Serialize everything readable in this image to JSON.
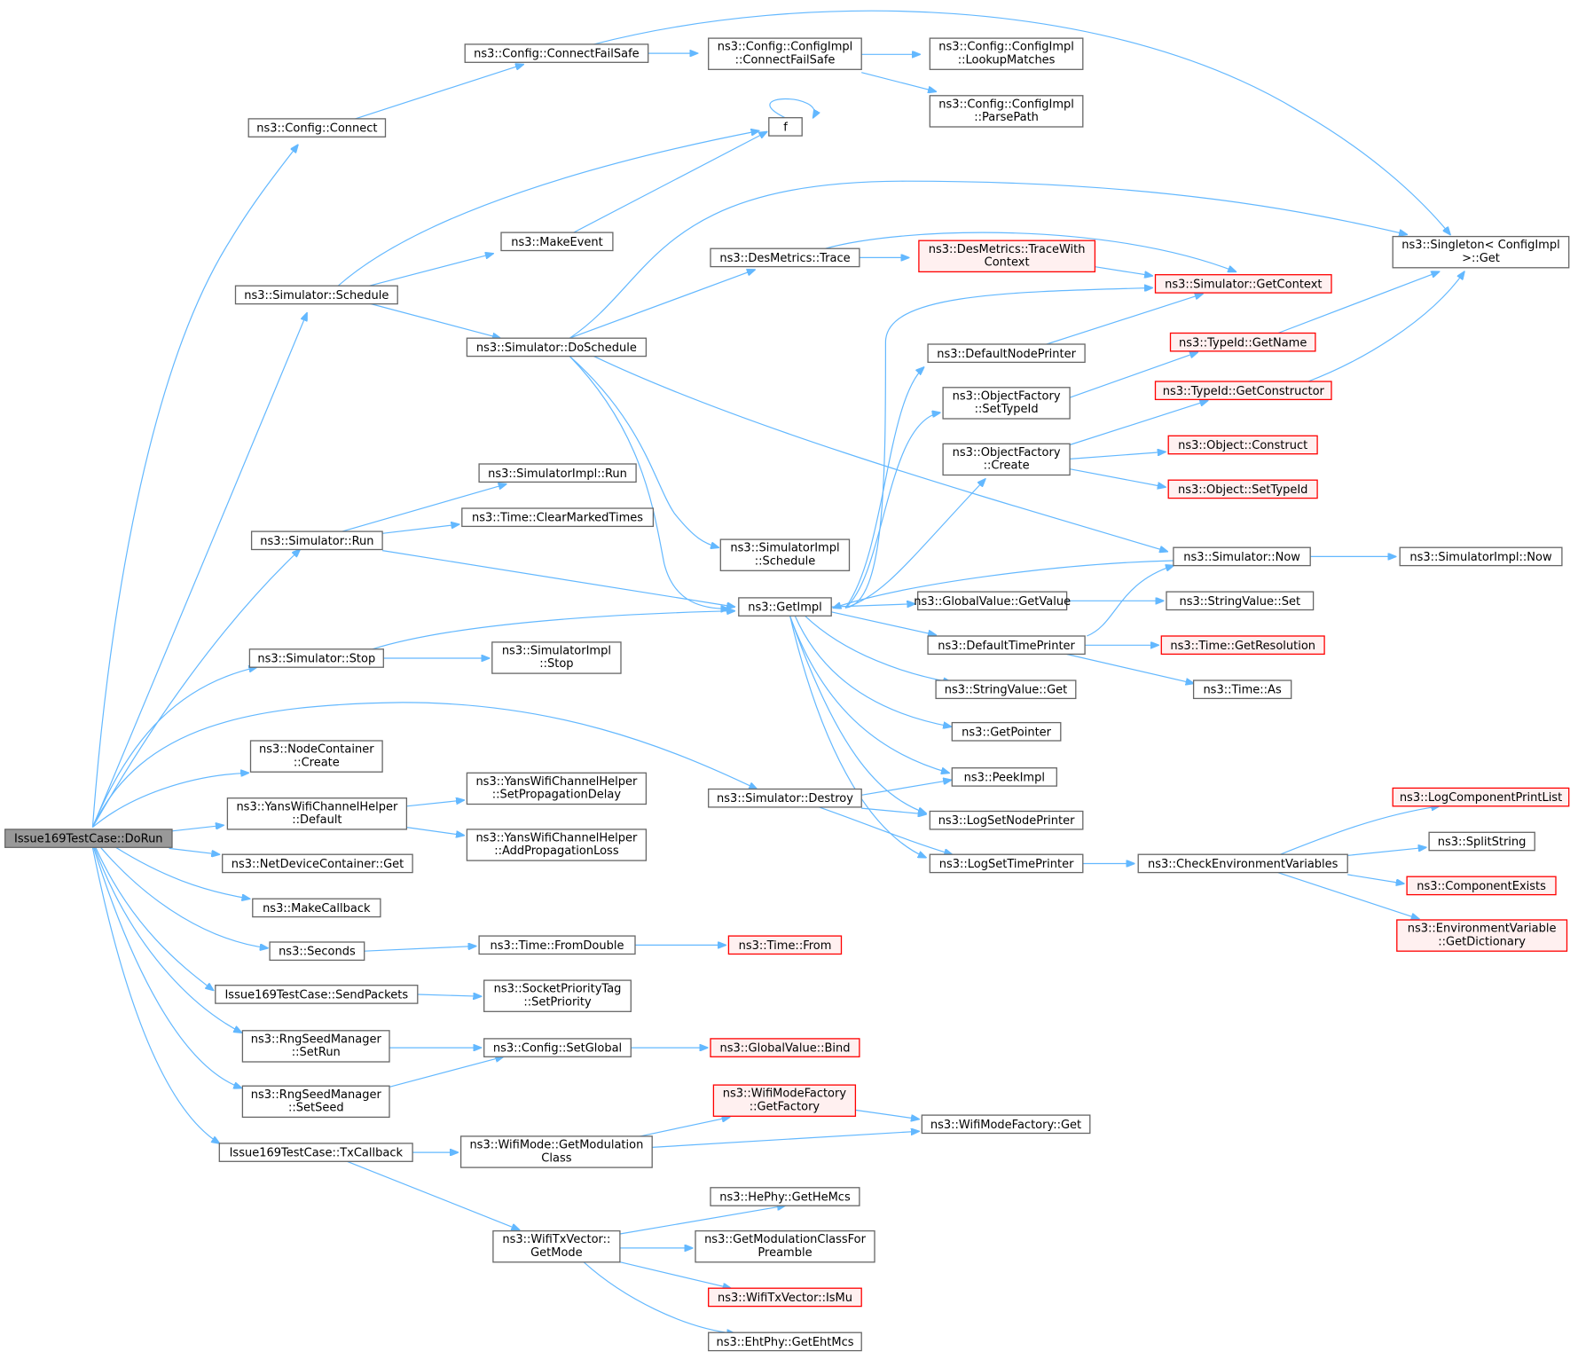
{
  "graph": {
    "nodes": [
      {
        "id": "root",
        "lines": [
          "Issue169TestCase::DoRun"
        ]
      },
      {
        "id": "connect",
        "lines": [
          "ns3::Config::Connect"
        ]
      },
      {
        "id": "connectFailSafe",
        "lines": [
          "ns3::Config::ConnectFailSafe"
        ]
      },
      {
        "id": "implConnectFailSafe",
        "lines": [
          "ns3::Config::ConfigImpl",
          "::ConnectFailSafe"
        ]
      },
      {
        "id": "lookupMatches",
        "lines": [
          "ns3::Config::ConfigImpl",
          "::LookupMatches"
        ]
      },
      {
        "id": "parsePath",
        "lines": [
          "ns3::Config::ConfigImpl",
          "::ParsePath"
        ]
      },
      {
        "id": "f",
        "lines": [
          "f"
        ]
      },
      {
        "id": "makeEvent",
        "lines": [
          "ns3::MakeEvent"
        ]
      },
      {
        "id": "schedule",
        "lines": [
          "ns3::Simulator::Schedule"
        ]
      },
      {
        "id": "doSchedule",
        "lines": [
          "ns3::Simulator::DoSchedule"
        ]
      },
      {
        "id": "desTrace",
        "lines": [
          "ns3::DesMetrics::Trace"
        ]
      },
      {
        "id": "traceWithContext",
        "lines": [
          "ns3::DesMetrics::TraceWith",
          "Context"
        ],
        "red": true
      },
      {
        "id": "getContext",
        "lines": [
          "ns3::Simulator::GetContext"
        ],
        "red": true
      },
      {
        "id": "singletonGet",
        "lines": [
          "ns3::Singleton< ConfigImpl",
          " >::Get"
        ]
      },
      {
        "id": "defaultNodePrinter",
        "lines": [
          "ns3::DefaultNodePrinter"
        ]
      },
      {
        "id": "typeIdGetName",
        "lines": [
          "ns3::TypeId::GetName"
        ],
        "red": true
      },
      {
        "id": "setTypeIdFactory",
        "lines": [
          "ns3::ObjectFactory",
          "::SetTypeId"
        ]
      },
      {
        "id": "typeIdGetConstructor",
        "lines": [
          "ns3::TypeId::GetConstructor"
        ],
        "red": true
      },
      {
        "id": "factoryCreate",
        "lines": [
          "ns3::ObjectFactory",
          "::Create"
        ]
      },
      {
        "id": "objectConstruct",
        "lines": [
          "ns3::Object::Construct"
        ],
        "red": true
      },
      {
        "id": "objectSetTypeId",
        "lines": [
          "ns3::Object::SetTypeId"
        ],
        "red": true
      },
      {
        "id": "implRun",
        "lines": [
          "ns3::SimulatorImpl::Run"
        ]
      },
      {
        "id": "clearMarkedTimes",
        "lines": [
          "ns3::Time::ClearMarkedTimes"
        ]
      },
      {
        "id": "simRun",
        "lines": [
          "ns3::Simulator::Run"
        ]
      },
      {
        "id": "implSchedule",
        "lines": [
          "ns3::SimulatorImpl",
          "::Schedule"
        ]
      },
      {
        "id": "simNow",
        "lines": [
          "ns3::Simulator::Now"
        ]
      },
      {
        "id": "implNow",
        "lines": [
          "ns3::SimulatorImpl::Now"
        ]
      },
      {
        "id": "getImpl",
        "lines": [
          "ns3::GetImpl"
        ]
      },
      {
        "id": "globalGetValue",
        "lines": [
          "ns3::GlobalValue::GetValue"
        ]
      },
      {
        "id": "stringValueSet",
        "lines": [
          "ns3::StringValue::Set"
        ]
      },
      {
        "id": "simStop",
        "lines": [
          "ns3::Simulator::Stop"
        ]
      },
      {
        "id": "implStop",
        "lines": [
          "ns3::SimulatorImpl",
          "::Stop"
        ]
      },
      {
        "id": "defaultTimePrinter",
        "lines": [
          "ns3::DefaultTimePrinter"
        ]
      },
      {
        "id": "getResolution",
        "lines": [
          "ns3::Time::GetResolution"
        ],
        "red": true
      },
      {
        "id": "stringValueGet",
        "lines": [
          "ns3::StringValue::Get"
        ]
      },
      {
        "id": "timeAs",
        "lines": [
          "ns3::Time::As"
        ]
      },
      {
        "id": "getPointer",
        "lines": [
          "ns3::GetPointer"
        ]
      },
      {
        "id": "nodeContainerCreate",
        "lines": [
          "ns3::NodeContainer",
          "::Create"
        ]
      },
      {
        "id": "peekImpl",
        "lines": [
          "ns3::PeekImpl"
        ]
      },
      {
        "id": "logComponentPrintList",
        "lines": [
          "ns3::LogComponentPrintList"
        ],
        "red": true
      },
      {
        "id": "yansDefault",
        "lines": [
          "ns3::YansWifiChannelHelper",
          "::Default"
        ]
      },
      {
        "id": "setPropagationDelay",
        "lines": [
          "ns3::YansWifiChannelHelper",
          "::SetPropagationDelay"
        ]
      },
      {
        "id": "simDestroy",
        "lines": [
          "ns3::Simulator::Destroy"
        ]
      },
      {
        "id": "logSetNodePrinter",
        "lines": [
          "ns3::LogSetNodePrinter"
        ]
      },
      {
        "id": "splitString",
        "lines": [
          "ns3::SplitString"
        ]
      },
      {
        "id": "addPropagationLoss",
        "lines": [
          "ns3::YansWifiChannelHelper",
          "::AddPropagationLoss"
        ]
      },
      {
        "id": "netDeviceGet",
        "lines": [
          "ns3::NetDeviceContainer::Get"
        ]
      },
      {
        "id": "logSetTimePrinter",
        "lines": [
          "ns3::LogSetTimePrinter"
        ]
      },
      {
        "id": "checkEnv",
        "lines": [
          "ns3::CheckEnvironmentVariables"
        ]
      },
      {
        "id": "componentExists",
        "lines": [
          "ns3::ComponentExists"
        ],
        "red": true
      },
      {
        "id": "makeCallback",
        "lines": [
          "ns3::MakeCallback"
        ]
      },
      {
        "id": "envGetDictionary",
        "lines": [
          "ns3::EnvironmentVariable",
          "::GetDictionary"
        ],
        "red": true
      },
      {
        "id": "seconds",
        "lines": [
          "ns3::Seconds"
        ]
      },
      {
        "id": "fromDouble",
        "lines": [
          "ns3::Time::FromDouble"
        ]
      },
      {
        "id": "timeFrom",
        "lines": [
          "ns3::Time::From"
        ],
        "red": true
      },
      {
        "id": "sendPackets",
        "lines": [
          "Issue169TestCase::SendPackets"
        ]
      },
      {
        "id": "setPriority",
        "lines": [
          "ns3::SocketPriorityTag",
          "::SetPriority"
        ]
      },
      {
        "id": "setRun",
        "lines": [
          "ns3::RngSeedManager",
          "::SetRun"
        ]
      },
      {
        "id": "setGlobal",
        "lines": [
          "ns3::Config::SetGlobal"
        ]
      },
      {
        "id": "globalValueBind",
        "lines": [
          "ns3::GlobalValue::Bind"
        ],
        "red": true
      },
      {
        "id": "setSeed",
        "lines": [
          "ns3::RngSeedManager",
          "::SetSeed"
        ]
      },
      {
        "id": "getFactory",
        "lines": [
          "ns3::WifiModeFactory",
          "::GetFactory"
        ],
        "red": true
      },
      {
        "id": "wifiModeFactoryGet",
        "lines": [
          "ns3::WifiModeFactory::Get"
        ]
      },
      {
        "id": "txCallback",
        "lines": [
          "Issue169TestCase::TxCallback"
        ]
      },
      {
        "id": "getModulationClass",
        "lines": [
          "ns3::WifiMode::GetModulation",
          "Class"
        ]
      },
      {
        "id": "getHeMcs",
        "lines": [
          "ns3::HePhy::GetHeMcs"
        ]
      },
      {
        "id": "getMode",
        "lines": [
          "ns3::WifiTxVector::",
          "GetMode"
        ]
      },
      {
        "id": "getModClassForPreamble",
        "lines": [
          "ns3::GetModulationClassFor",
          "Preamble"
        ]
      },
      {
        "id": "isMu",
        "lines": [
          "ns3::WifiTxVector::IsMu"
        ],
        "red": true
      },
      {
        "id": "getEhtMcs",
        "lines": [
          "ns3::EhtPhy::GetEhtMcs"
        ]
      }
    ]
  }
}
